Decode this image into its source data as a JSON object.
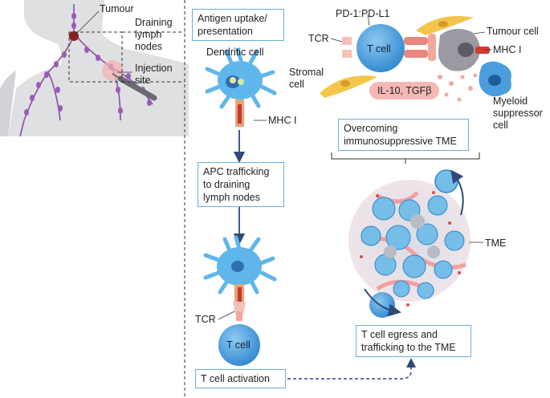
{
  "labels": {
    "tumour": "Tumour",
    "draining_lymph_nodes": "Draining\nlymph\nnodes",
    "injection_site": "Injection\nsite",
    "dendritic_cell": "Dendritic cell",
    "mhc_i_left": "MHC I",
    "tcr_left": "TCR",
    "t_cell_left": "T cell",
    "pd1_pdl1": "PD-1:PD-L1",
    "tcr_top": "TCR",
    "t_cell_top": "T cell",
    "tumour_cell": "Tumour cell",
    "mhc_i_right": "MHC I",
    "stromal_cell": "Stromal\ncell",
    "myeloid_suppressor_cell": "Myeloid\nsuppressor\ncell",
    "tme": "TME"
  },
  "boxes": {
    "antigen_uptake": "Antigen uptake/\npresentation",
    "apc_trafficking": "APC trafficking\nto draining\nlymph nodes",
    "t_cell_activation": "T cell activation",
    "overcoming_tme": "Overcoming\nimmunosuppressive TME",
    "t_cell_egress": "T cell egress and\ntrafficking to the TME"
  },
  "cytokines": "IL-10, TGFβ",
  "colors": {
    "box_border": "#6aaed6",
    "t_cell_blue": "#4a9ee0",
    "dendritic_blue": "#5fb6ea",
    "lymph_purple": "#8a4ea5",
    "tcr_pink": "#e8877f",
    "tumour_grey": "#9a9aa2",
    "stromal_yellow": "#f2c64a",
    "arrow_navy": "#2e4a78",
    "pill_pink": "#f4b9b4"
  }
}
